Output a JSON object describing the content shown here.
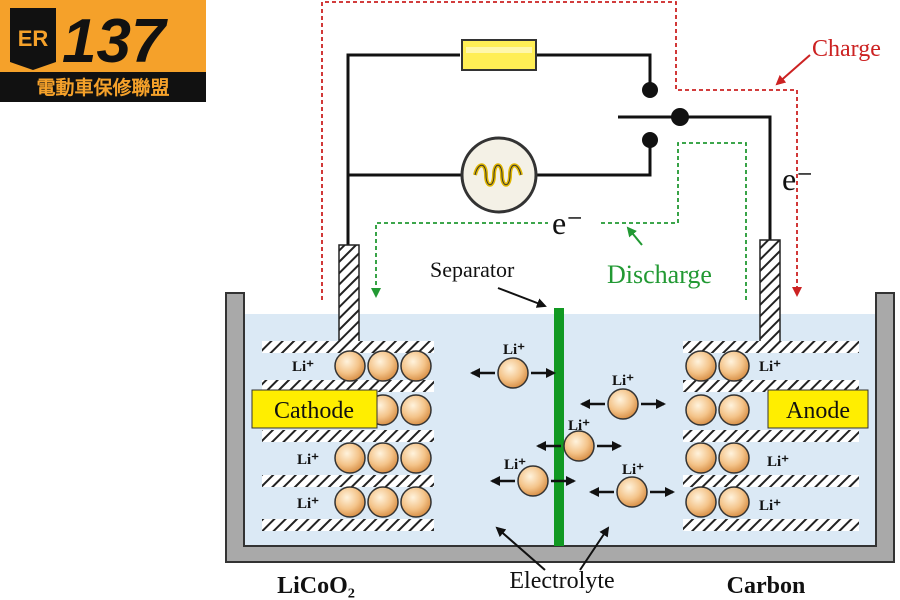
{
  "logo": {
    "number": "137",
    "monogram": "ER",
    "caption": "電動車保修聯盟"
  },
  "labels": {
    "charge": "Charge",
    "discharge": "Discharge",
    "electron_top": "e⁻",
    "electron_mid": "e⁻",
    "separator": "Separator",
    "electrolyte": "Electrolyte",
    "cathode_box": "Cathode",
    "anode_box": "Anode",
    "cathode_material": "LiCoO₂",
    "anode_material": "Carbon",
    "li_ion": "Li⁺"
  },
  "colors": {
    "charge_path": "#cc2222",
    "discharge_path": "#229933",
    "separator": "#119922",
    "electrolyte": "#dbe9f5",
    "label_box": "#ffee00",
    "ion_fill": "#f4c48a",
    "resistor": "#ffee55"
  },
  "icons": {
    "lamp": "lamp-icon",
    "resistor": "resistor-icon",
    "switch": "switch-icon"
  }
}
